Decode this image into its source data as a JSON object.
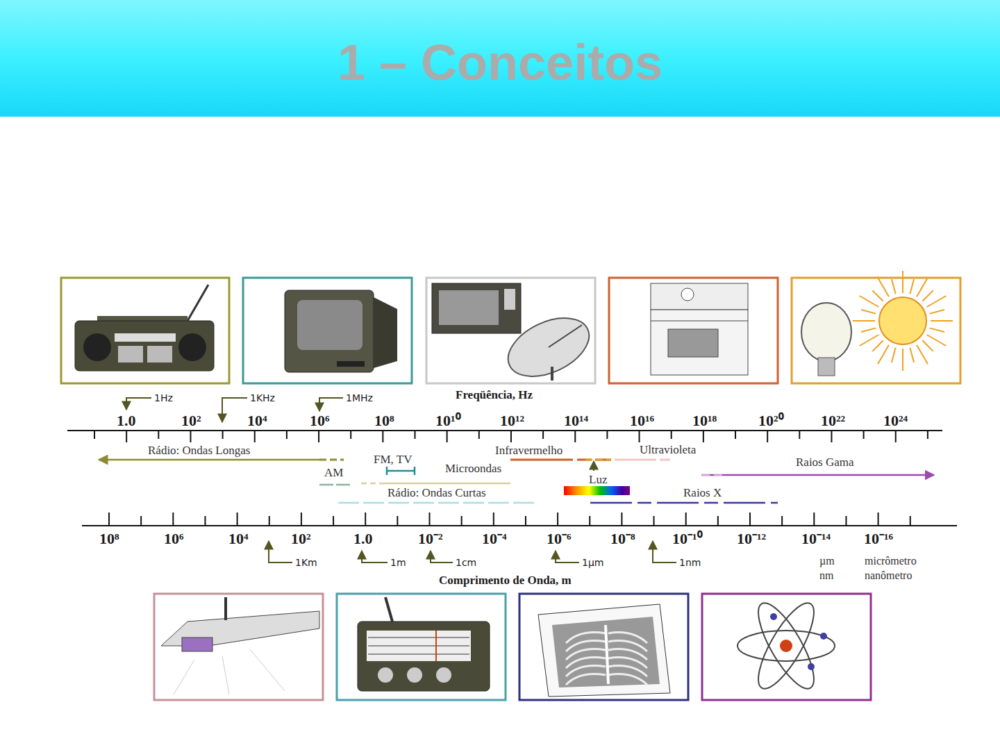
{
  "diagram": {
    "title": "1 – Conceitos",
    "labels": [
      "1Hz",
      "1KHz",
      "1MHz",
      "Freqüência, Hz",
      "1.0",
      "10²",
      "10⁴",
      "10⁶",
      "10⁸",
      "10¹⁰",
      "10¹²",
      "10¹⁴",
      "10¹⁶",
      "10¹⁸",
      "10²⁰",
      "10²²",
      "10²⁴",
      "10⁸",
      "10⁶",
      "10⁴",
      "10²",
      "1.0",
      "10⁻²",
      "10⁻⁴",
      "10⁻⁶",
      "10⁻⁸",
      "10⁻¹⁰",
      "10⁻¹²",
      "10⁻¹⁴",
      "10⁻¹⁶",
      "Rádio: Ondas Longas",
      "AM",
      "FM, TV",
      "Microondas",
      "Rádio: Ondas Curtas",
      "Infravermelho",
      "Luz",
      "Ultravioleta",
      "Raios Gama",
      "Raios X",
      "1Km",
      "1m",
      "1cm",
      "1µm",
      "1nm",
      "Comprimento de Onda, m",
      "µm",
      "micrômetro",
      "nm",
      "nanômetro"
    ]
  }
}
